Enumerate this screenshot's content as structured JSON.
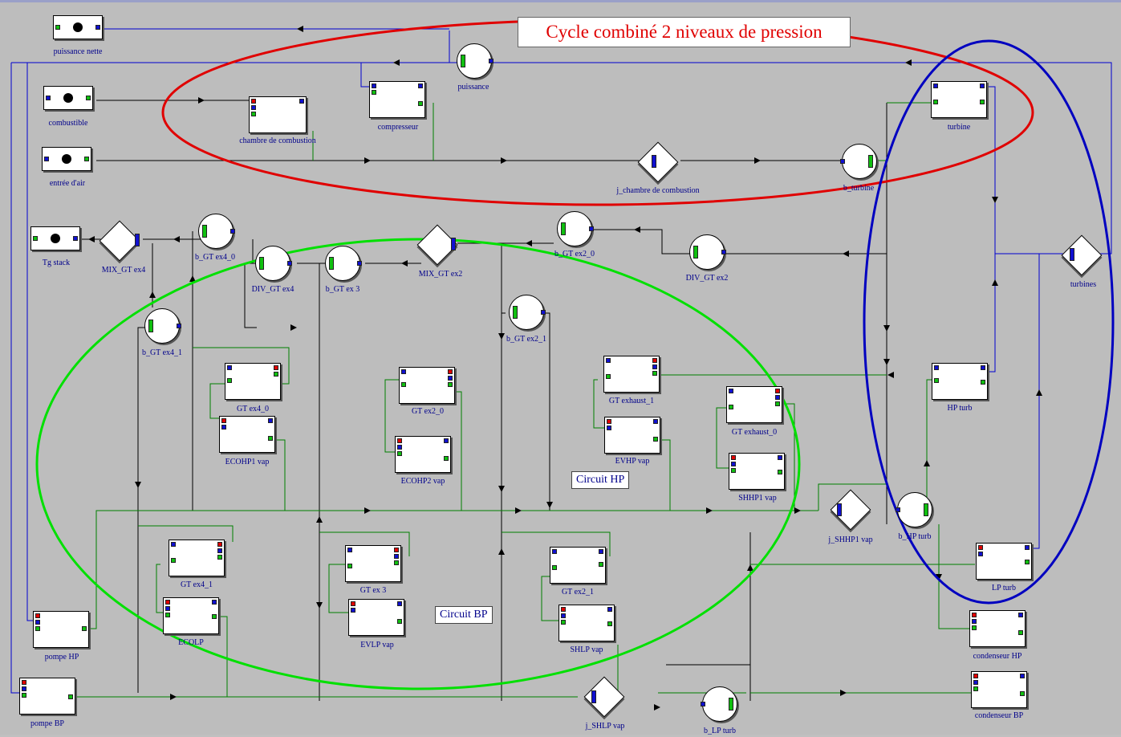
{
  "title": "Cycle combiné 2 niveaux de pression",
  "circuit_labels": {
    "hp": "Circuit HP",
    "bp": "Circuit BP"
  },
  "blocks": {
    "puissance_nette": "puissance nette",
    "combustible": "combustible",
    "entree_air": "entrée d'air",
    "chambre_combustion": "chambre de combustion",
    "compresseur": "compresseur",
    "puissance": "puissance",
    "turbine": "turbine",
    "j_chambre": "j_chambre de combustion",
    "b_turbine": "b_turbine",
    "tg_stack": "Tg stack",
    "mix_gt_ex4": "MIX_GT ex4",
    "b_gt_ex4_0": "b_GT ex4_0",
    "div_gt_ex4": "DIV_GT ex4",
    "b_gt_ex3": "b_GT ex 3",
    "mix_gt_ex2": "MIX_GT ex2",
    "b_gt_ex2_0": "b_GT ex2_0",
    "div_gt_ex2": "DIV_GT ex2",
    "turbines": "turbines",
    "b_gt_ex2_1": "b_GT ex2_1",
    "b_gt_ex4_1": "b_GT ex4_1",
    "gt_ex4_0": "GT ex4_0",
    "ecohp1": "ECOHP1 vap",
    "gt_ex2_0": "GT ex2_0",
    "ecohp2": "ECOHP2 vap",
    "gt_exhaust_1": "GT exhaust_1",
    "evhp": "EVHP vap",
    "gt_exhaust_0": "GT exhaust_0",
    "shhp1": "SHHP1 vap",
    "hp_turb": "HP turb",
    "j_shhp1": "j_SHHP1 vap",
    "b_hp_turb": "b_HP turb",
    "lp_turb": "LP turb",
    "gt_ex4_1": "GT ex4_1",
    "ecolp": "ECOLP",
    "gt_ex3": "GT ex 3",
    "evlp": "EVLP vap",
    "gt_ex2_1": "GT ex2_1",
    "shlp": "SHLP vap",
    "condenseur_hp": "condenseur HP",
    "pompe_hp": "pompe HP",
    "pompe_bp": "pompe BP",
    "j_shlp": "j_SHLP vap",
    "b_lp_turb": "b_LP turb",
    "condenseur_bp": "condenseur BP"
  },
  "colors": {
    "gas_line": "#000000",
    "electric_line": "#0000d0",
    "water_line": "#008000",
    "ellipse_gt": "#e00000",
    "ellipse_hrsg": "#00e000",
    "ellipse_turbines": "#0000c0"
  }
}
